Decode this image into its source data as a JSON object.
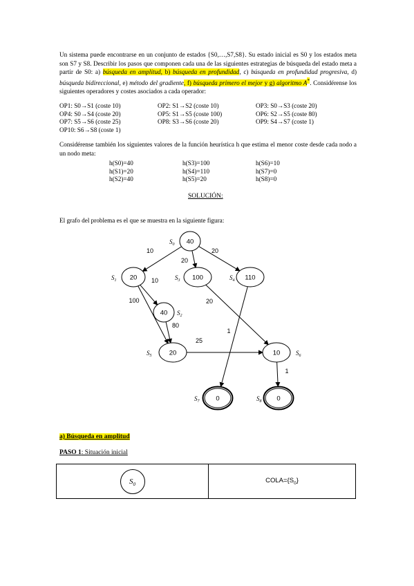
{
  "problem": {
    "p1": "Un sistema puede encontrarse en un conjunto de estados {S0,…,S7,S8}. Su estado inicial es S0 y los estados meta son S7 y S8. Describir los pasos que componen cada una de las siguientes estrategias de búsqueda del estado meta a partir de S0: a) ",
    "s_a": "búsqueda en amplitud",
    "sep_b": ", b) ",
    "s_b": "búsqueda en profundidad",
    "sep_c": ", c) ",
    "s_c": "búsqueda en profundidad progresiva",
    "sep_d": ", d) ",
    "s_d": "búsqueda bidireccional",
    "sep_e": ", e) ",
    "s_e": "método del gradiente",
    "sep_f": ", f) ",
    "s_f": "búsqueda primero el mejor",
    "sep_g": " y g) ",
    "s_g": "algoritmo A",
    "s_g_sup": "*",
    "p1_end": ". Considérense los siguientes operadores y costes asociados a cada operador:"
  },
  "operators": [
    [
      "OP1: S0→S1 (coste 10)",
      "OP2: S1→S2 (coste 10)",
      "OP3: S0→S3 (coste 20)"
    ],
    [
      "OP4: S0→S4 (coste 20)",
      "OP5: S1→S5 (coste 100)",
      "OP6: S2→S5 (coste 80)"
    ],
    [
      "OP7: S5→S6 (coste 25)",
      "OP8: S3→S6 (coste 20)",
      "OP9: S4→S7 (coste 1)"
    ],
    [
      "OP10: S6→S8 (coste 1)",
      "",
      ""
    ]
  ],
  "heuristic_intro": "Considérense también los siguientes valores de la función heurística h que estima el menor coste desde cada nodo a un nodo meta:",
  "heuristics": [
    [
      "h(S0)=40",
      "h(S3)=100",
      "h(S6)=10"
    ],
    [
      "h(S1)=20",
      "h(S4)=110",
      "h(S7)=0"
    ],
    [
      "h(S2)=40",
      "h(S5)=20",
      "h(S8)=0"
    ]
  ],
  "solution_title": "SOLUCIÓN:",
  "graph_intro": "El grafo del problema es el que se muestra en la siguiente figura:",
  "graph": {
    "nodes": [
      {
        "id": "S0",
        "label": "S",
        "sub": "0",
        "h": "40"
      },
      {
        "id": "S1",
        "label": "S",
        "sub": "1",
        "h": "20"
      },
      {
        "id": "S3",
        "label": "S",
        "sub": "3",
        "h": "100"
      },
      {
        "id": "S4",
        "label": "S",
        "sub": "4",
        "h": "110"
      },
      {
        "id": "S2",
        "label": "S",
        "sub": "2",
        "h": "40"
      },
      {
        "id": "S5",
        "label": "S",
        "sub": "5",
        "h": "20"
      },
      {
        "id": "S6",
        "label": "S",
        "sub": "6",
        "h": "10"
      },
      {
        "id": "S7",
        "label": "S",
        "sub": "7",
        "h": "0"
      },
      {
        "id": "S8",
        "label": "S",
        "sub": "8",
        "h": "0"
      }
    ],
    "edges": [
      {
        "from": "S0",
        "to": "S1",
        "cost": "10"
      },
      {
        "from": "S0",
        "to": "S3",
        "cost": "20"
      },
      {
        "from": "S0",
        "to": "S4",
        "cost": "20"
      },
      {
        "from": "S1",
        "to": "S2",
        "cost": "10"
      },
      {
        "from": "S1",
        "to": "S5",
        "cost": "100"
      },
      {
        "from": "S2",
        "to": "S5",
        "cost": "80"
      },
      {
        "from": "S3",
        "to": "S6",
        "cost": "20"
      },
      {
        "from": "S5",
        "to": "S6",
        "cost": "25"
      },
      {
        "from": "S4",
        "to": "S7",
        "cost": "1"
      },
      {
        "from": "S6",
        "to": "S8",
        "cost": "1"
      }
    ]
  },
  "section_a": "a) Búsqueda en amplitud",
  "paso1": "PASO 1",
  "paso1_rest": ": Situación inicial",
  "paso1_node": {
    "label": "S",
    "sub": "0"
  },
  "cola": {
    "prefix": "COLA={S",
    "sub": "0",
    "suffix": "}"
  }
}
